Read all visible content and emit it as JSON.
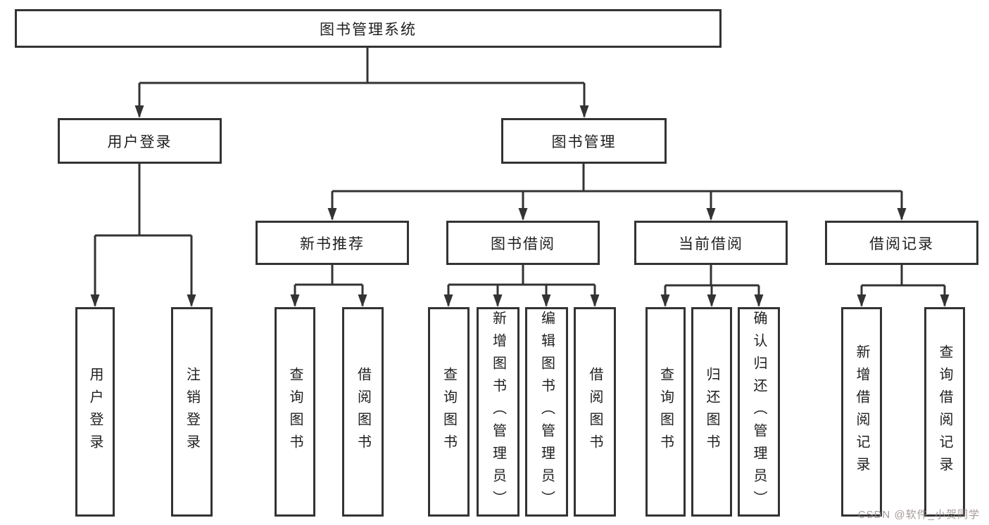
{
  "colors": {
    "line": "#333333",
    "text": "#1f1f1f",
    "background": "#ffffff",
    "watermark": "#968888"
  },
  "watermark": "CSDN @软件_小贺同学",
  "tree": {
    "label": "图书管理系统",
    "children": [
      {
        "label": "用户登录",
        "children": [
          {
            "label": "用户登录"
          },
          {
            "label": "注销登录"
          }
        ]
      },
      {
        "label": "图书管理",
        "children": [
          {
            "label": "新书推荐",
            "children": [
              {
                "label": "查询图书"
              },
              {
                "label": "借阅图书"
              }
            ]
          },
          {
            "label": "图书借阅",
            "children": [
              {
                "label": "查询图书"
              },
              {
                "label": "新增图书（管理员）"
              },
              {
                "label": "编辑图书（管理员）"
              },
              {
                "label": "借阅图书"
              }
            ]
          },
          {
            "label": "当前借阅",
            "children": [
              {
                "label": "查询图书"
              },
              {
                "label": "归还图书"
              },
              {
                "label": "确认归还（管理员）"
              }
            ]
          },
          {
            "label": "借阅记录",
            "children": [
              {
                "label": "新增借阅记录"
              },
              {
                "label": "查询借阅记录"
              }
            ]
          }
        ]
      }
    ]
  }
}
